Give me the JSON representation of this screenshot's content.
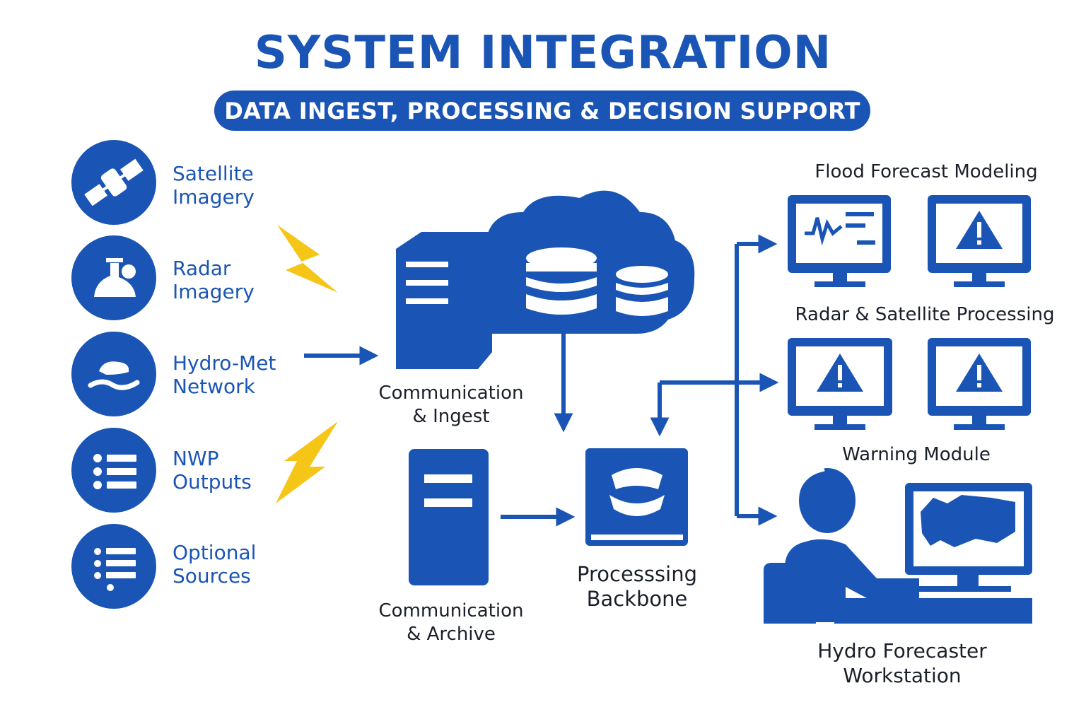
{
  "header": {
    "title": "SYSTEM INTEGRATION",
    "subtitle": "DATA INGEST, PROCESSING & DECISION SUPPORT"
  },
  "sources": [
    {
      "line1": "Satellite",
      "line2": "Imagery",
      "icon": "satellite-icon"
    },
    {
      "line1": "Radar",
      "line2": "Imagery",
      "icon": "radar-icon"
    },
    {
      "line1": "Hydro-Met",
      "line2": "Network",
      "icon": "hydro-met-icon"
    },
    {
      "line1": "NWP",
      "line2": "Outputs",
      "icon": "list-icon"
    },
    {
      "line1": "Optional",
      "line2": "Sources",
      "icon": "list-icon"
    }
  ],
  "center": {
    "ingest": {
      "line1": "Communication",
      "line2": "& Ingest"
    },
    "archive": {
      "line1": "Communication",
      "line2": "& Archive"
    },
    "backbone": {
      "line1": "Processsing",
      "line2": "Backbone"
    }
  },
  "outputs": {
    "flood": "Flood Forecast Modeling",
    "radar_sat": "Radar & Satellite Processing",
    "warning": "Warning Module",
    "workstation": {
      "line1": "Hydro Forecaster",
      "line2": "Workstation"
    }
  },
  "colors": {
    "primary": "#1a55b5",
    "lightning": "#f5c518",
    "text": "#1b1f2a"
  }
}
